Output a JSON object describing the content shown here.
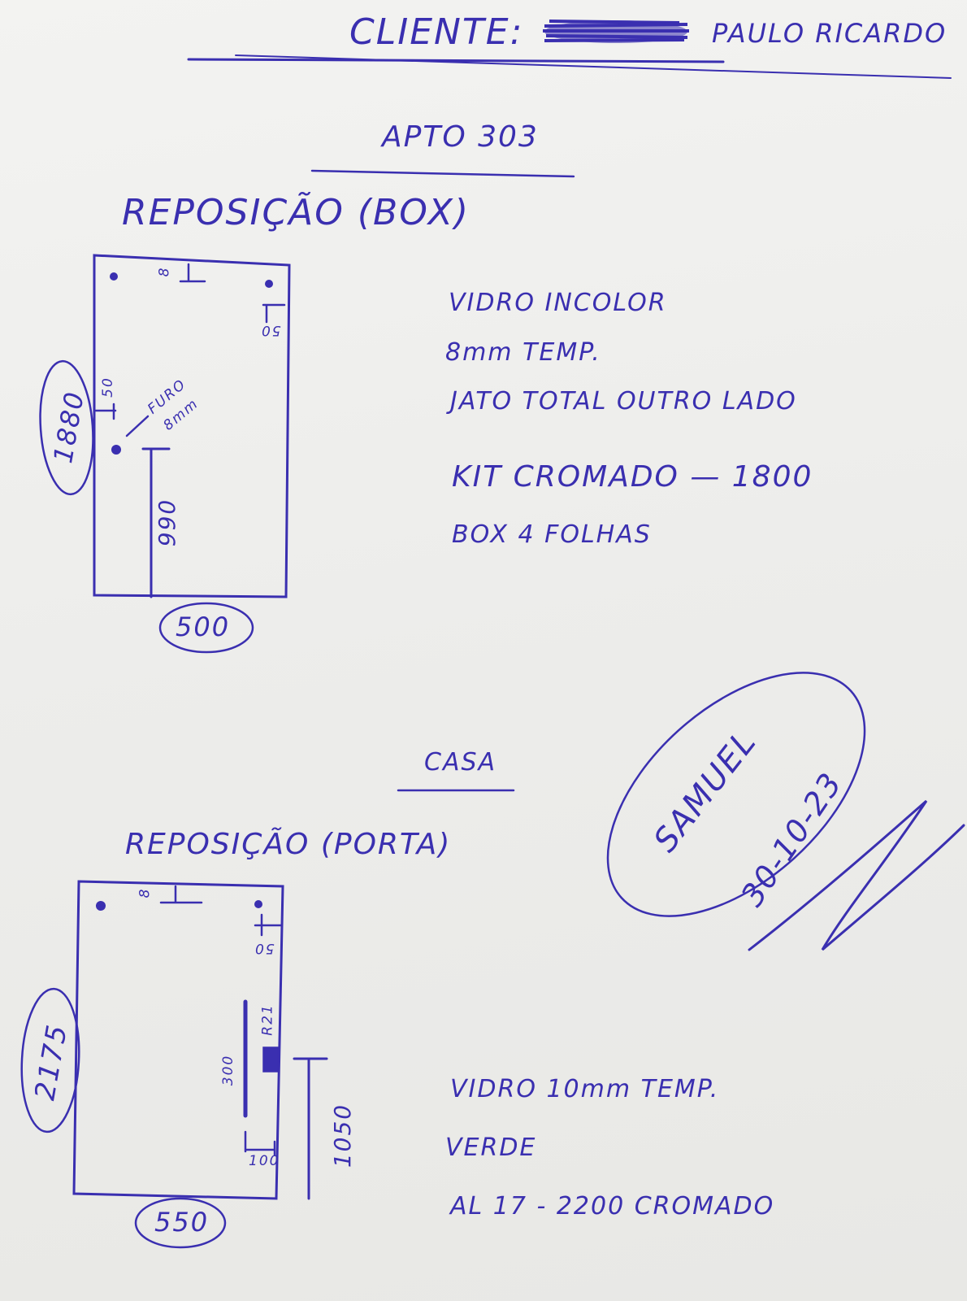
{
  "header": {
    "label": "CLIENTE:",
    "name": "PAULO RICARDO"
  },
  "section1": {
    "title": "APTO 303",
    "subtitle": "REPOSIÇÃO (BOX)",
    "drawing": {
      "top_dim": "8",
      "right_dim": "50",
      "left_dim": "50",
      "hole_note_line1": "FURO",
      "hole_note_line2": "8mm",
      "height_dim": "990",
      "total_height": "1880",
      "width": "500"
    },
    "notes": [
      "VIDRO INCOLOR",
      "8mm TEMP.",
      "JATO TOTAL   OUTRO LADO",
      "KIT CROMADO  — 1800",
      "BOX 4 FOLHAS"
    ]
  },
  "section2": {
    "title": "CASA",
    "subtitle": "REPOSIÇÃO (PORTA)",
    "drawing": {
      "top_dim": "8",
      "right_dim": "50",
      "radius_label": "R21",
      "handle_len": "300",
      "bottom_dim": "100",
      "side_dim": "1050",
      "total_height": "2175",
      "width": "550"
    },
    "notes": [
      "VIDRO 10mm TEMP.",
      "VERDE",
      "AL 17   - 2200 CROMADO"
    ]
  },
  "signature": {
    "name": "SAMUEL",
    "date": "30-10-23"
  },
  "colors": {
    "ink": "#3a2fb0",
    "paper": "#efefed"
  }
}
